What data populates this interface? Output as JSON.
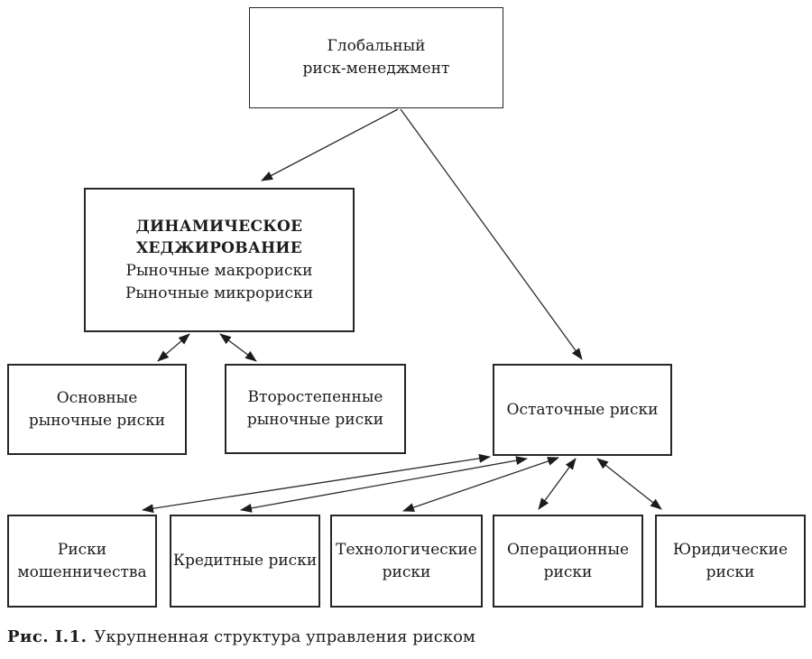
{
  "figure": {
    "nodes": {
      "global": {
        "label": "Глобальный\nриск-менеджмент"
      },
      "hedging": {
        "title": "ДИНАМИЧЕСКОЕ\nХЕДЖИРОВАНИЕ",
        "line1": "Рыночные макрориски",
        "line2": "Рыночные микрориски"
      },
      "main_market": {
        "label": "Основные\nрыночные риски"
      },
      "secondary": {
        "label": "Второстепенные\nрыночные риски"
      },
      "residual": {
        "label": "Остаточные риски"
      },
      "fraud": {
        "label": "Риски\nмошенничества"
      },
      "credit": {
        "label": "Кредитные риски"
      },
      "tech": {
        "label": "Технологические\nриски"
      },
      "operational": {
        "label": "Операционные\nриски"
      },
      "legal": {
        "label": "Юридические\nриски"
      }
    },
    "caption": {
      "label": "Рис. I.1.",
      "text": "Укрупненная структура управления риском"
    },
    "colors": {
      "line": "#2b2b2b",
      "border": "#262626",
      "background": "#ffffff",
      "text": "#1c1c1c"
    }
  }
}
